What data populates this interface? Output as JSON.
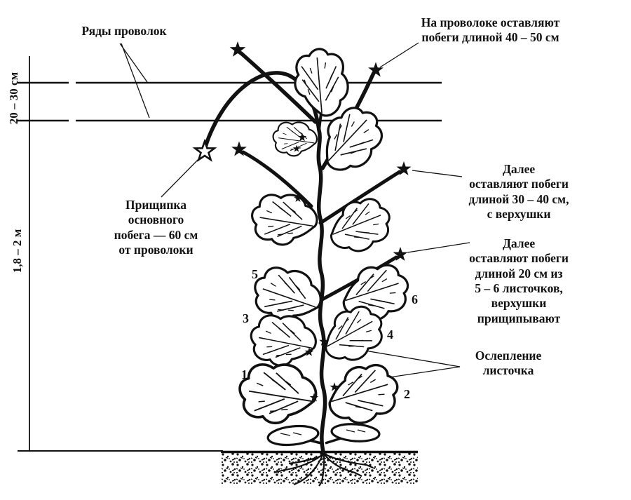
{
  "colors": {
    "ink": "#111111",
    "background": "#ffffff"
  },
  "dimensions": {
    "wire_spacing_label": "20 – 30 см",
    "plant_height_label": "1,8 – 2 м"
  },
  "annotations": {
    "wire_rows": "Ряды проволок",
    "wire_shoots": "На проволоке оставляют\nпобеги длиной 40 – 50 см",
    "main_shoot_pinch": "Прищипка\nосновного\nпобега — 60 см\nот проволоки",
    "next_shoots_30_40": "Далее\nоставляют побеги\nдлиной 30 – 40 см,\nс верхушки",
    "next_shoots_20": "Далее\nоставляют побеги\nдлиной 20 см из\n5 – 6 листочков,\nверхушки\nприщипывают",
    "leaf_blinding": "Ослепление\nлисточка"
  },
  "leaf_numbers": [
    "1",
    "2",
    "3",
    "4",
    "5",
    "6"
  ]
}
